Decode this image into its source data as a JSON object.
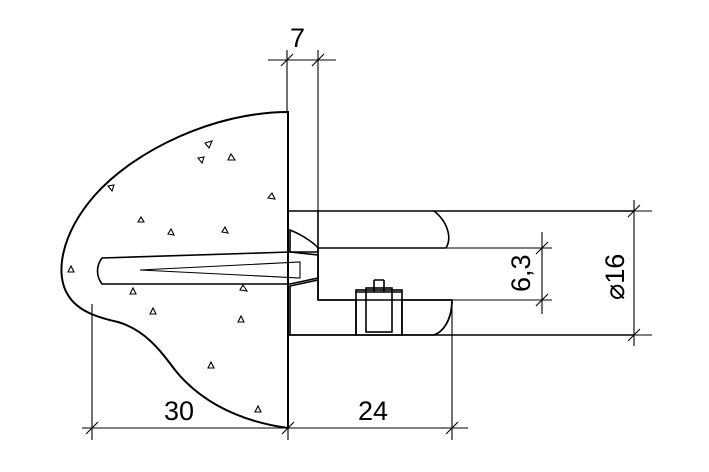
{
  "dimensions": {
    "top_width": "7",
    "bottom_left": "30",
    "bottom_right": "24",
    "inner_height": "6,3",
    "outer_diameter": "⌀16"
  },
  "colors": {
    "line": "#000000",
    "background": "#ffffff"
  }
}
